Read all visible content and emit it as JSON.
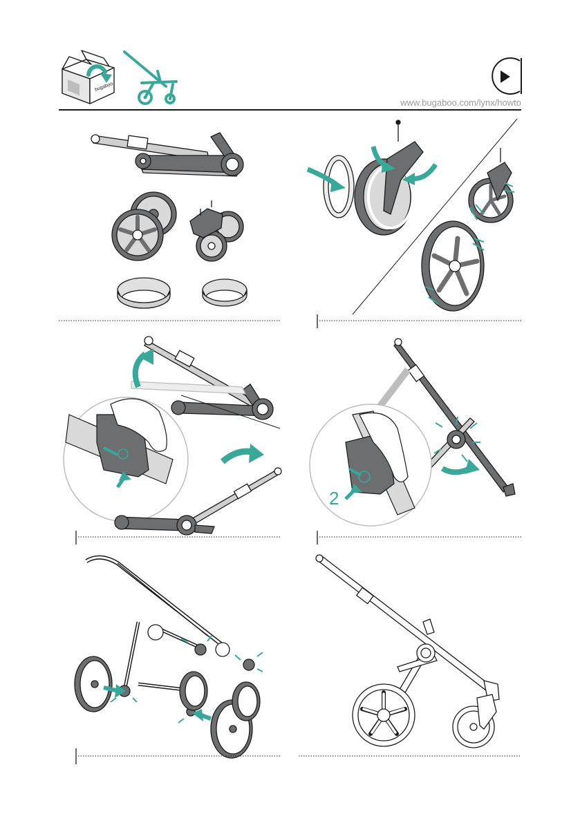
{
  "header": {
    "url": "www.bugaboo.com/lynx/howto",
    "play_icon": "play-icon",
    "box_label": "bugaboo",
    "unbox_icon": "unbox-icon",
    "chassis_icon": "chassis-icon"
  },
  "steps": {
    "step_4_number": "2"
  },
  "colors": {
    "accent": "#37a89a",
    "line": "#1a1a1a",
    "grey": "#6d6e70",
    "light_grey": "#d9d9d9"
  }
}
